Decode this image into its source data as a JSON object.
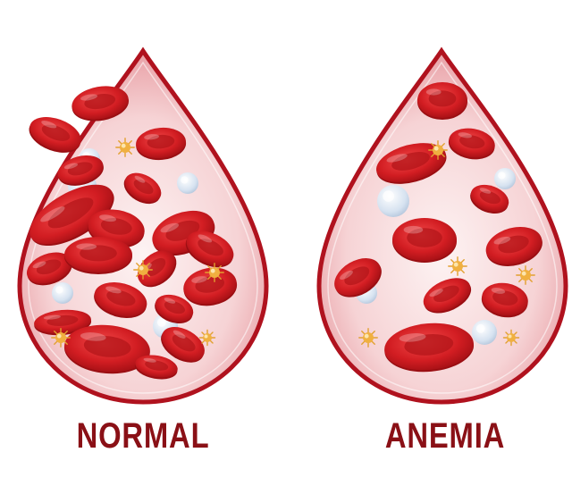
{
  "panels": [
    {
      "label": "NORMAL",
      "rbc": [
        [
          112,
          115,
          32,
          18,
          -10
        ],
        [
          62,
          150,
          30,
          17,
          20
        ],
        [
          180,
          160,
          28,
          17,
          -5
        ],
        [
          90,
          190,
          26,
          15,
          -15
        ],
        [
          160,
          210,
          22,
          14,
          30
        ],
        [
          80,
          240,
          52,
          24,
          -30
        ],
        [
          130,
          255,
          32,
          20,
          10
        ],
        [
          205,
          260,
          36,
          22,
          -20
        ],
        [
          235,
          278,
          28,
          17,
          25
        ],
        [
          55,
          300,
          26,
          16,
          -20
        ],
        [
          110,
          285,
          38,
          20,
          0
        ],
        [
          175,
          300,
          24,
          16,
          -40
        ],
        [
          135,
          335,
          30,
          18,
          15
        ],
        [
          235,
          320,
          30,
          20,
          -10
        ],
        [
          195,
          345,
          22,
          14,
          20
        ],
        [
          70,
          360,
          32,
          13,
          -5
        ],
        [
          120,
          390,
          48,
          26,
          5
        ],
        [
          205,
          385,
          26,
          16,
          30
        ],
        [
          175,
          410,
          24,
          12,
          10
        ]
      ],
      "wbc": [
        [
          92,
          208,
          16
        ],
        [
          100,
          178,
          12
        ],
        [
          210,
          205,
          12
        ],
        [
          70,
          328,
          12
        ],
        [
          185,
          365,
          14
        ]
      ],
      "platelets": [
        [
          140,
          165,
          6
        ],
        [
          160,
          302,
          6
        ],
        [
          240,
          305,
          6
        ],
        [
          68,
          378,
          6
        ],
        [
          232,
          378,
          5
        ]
      ]
    },
    {
      "label": "ANEMIA",
      "rbc": [
        [
          495,
          112,
          28,
          20,
          0
        ],
        [
          460,
          182,
          40,
          20,
          -15
        ],
        [
          528,
          160,
          26,
          16,
          10
        ],
        [
          548,
          222,
          22,
          14,
          20
        ],
        [
          475,
          268,
          36,
          24,
          0
        ],
        [
          575,
          275,
          32,
          20,
          -15
        ],
        [
          400,
          310,
          28,
          18,
          -30
        ],
        [
          500,
          330,
          28,
          16,
          -25
        ],
        [
          565,
          335,
          26,
          18,
          10
        ],
        [
          480,
          388,
          50,
          26,
          -5
        ]
      ],
      "wbc": [
        [
          440,
          225,
          18
        ],
        [
          565,
          200,
          12
        ],
        [
          410,
          328,
          12
        ],
        [
          542,
          372,
          14
        ]
      ],
      "platelets": [
        [
          490,
          168,
          6
        ],
        [
          512,
          298,
          6
        ],
        [
          588,
          308,
          6
        ],
        [
          412,
          378,
          6
        ],
        [
          572,
          378,
          5
        ]
      ]
    }
  ],
  "colors": {
    "outline": "#b0121e",
    "fill_center": "#fbeaea",
    "fill_edge": "#eaa0a6",
    "rbc": "#d41f25",
    "rbc_dark": "#9a0e12",
    "wbc": "#dbe6f3",
    "platelet": "#f0b040",
    "text": "#8a1016"
  }
}
